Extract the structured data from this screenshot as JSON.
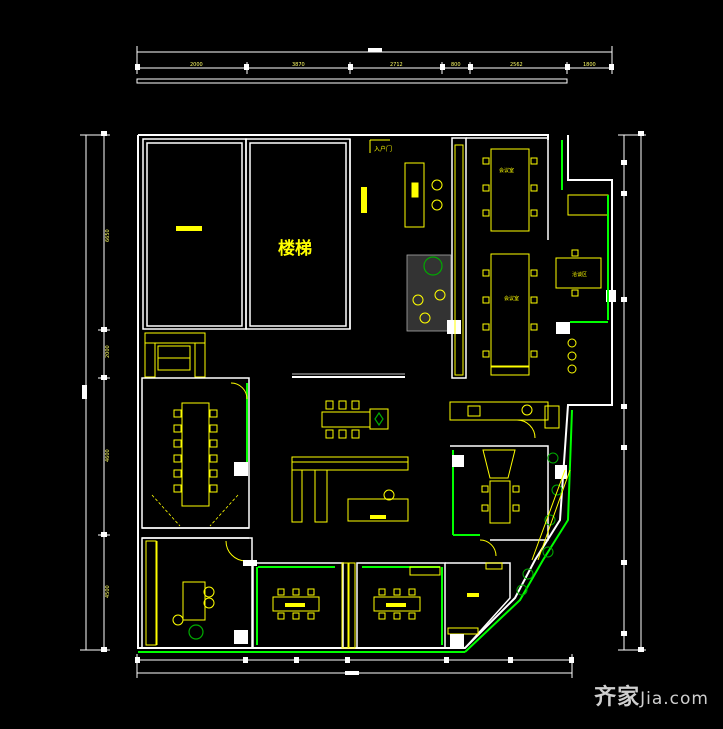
{
  "drawing": {
    "stair_label": "楼梯",
    "entrance_label": "入户门",
    "top_dimensions": [
      "2000",
      "3870",
      "2712",
      "800",
      "2562",
      "1800"
    ],
    "left_dimensions": [
      "6650",
      "2000",
      "4600",
      "4500"
    ],
    "room_tags": [
      "会议室",
      "会议室",
      "洽谈区"
    ]
  },
  "watermark": {
    "brand": "齐家",
    "domain": "Jia.com"
  },
  "colors": {
    "background": "#000000",
    "wall": "#ffffff",
    "furniture": "#ffff00",
    "partition": "#00ff00",
    "plant": "#00aa00",
    "dimension": "#ffff66"
  }
}
